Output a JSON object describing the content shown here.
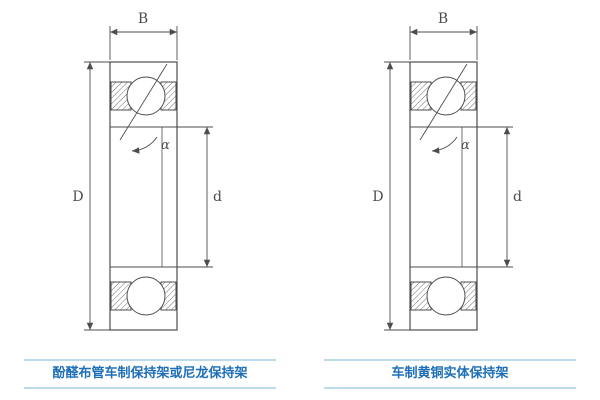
{
  "figure": {
    "left": {
      "caption": "酚醛布管车制保持架或尼龙保持架",
      "labels": {
        "width": "B",
        "outer": "D",
        "bore": "d",
        "angle": "α"
      }
    },
    "right": {
      "caption": "车制黄铜实体保持架",
      "labels": {
        "width": "B",
        "outer": "D",
        "bore": "d",
        "angle": "α"
      }
    }
  },
  "colors": {
    "line": "#4d4d4d",
    "caption": "#1e6fb8",
    "rule": "#bcdcec",
    "background": "#ffffff"
  }
}
